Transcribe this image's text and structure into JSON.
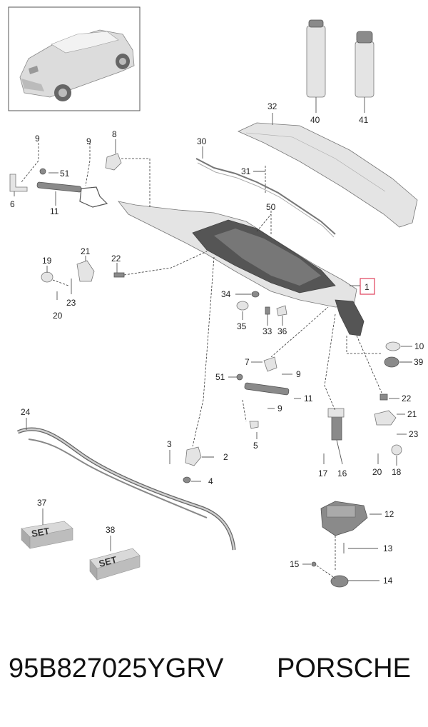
{
  "callouts": [
    "9",
    "9",
    "8",
    "51",
    "6",
    "11",
    "30",
    "31",
    "32",
    "40",
    "41",
    "50",
    "19",
    "21",
    "22",
    "23",
    "20",
    "34",
    "35",
    "33",
    "36",
    "1",
    "10",
    "39",
    "7",
    "51",
    "9",
    "11",
    "9",
    "5",
    "22",
    "21",
    "23",
    "20",
    "18",
    "17",
    "16",
    "3",
    "2",
    "4",
    "24",
    "37",
    "38",
    "12",
    "13",
    "15",
    "14"
  ],
  "highlighted_callout": "1",
  "set_labels": [
    "SET",
    "SET"
  ],
  "footer": {
    "part_number": "95B827025YGRV",
    "brand": "PORSCHE"
  },
  "colors": {
    "callout_box": "#e0405a",
    "text": "#222222"
  }
}
